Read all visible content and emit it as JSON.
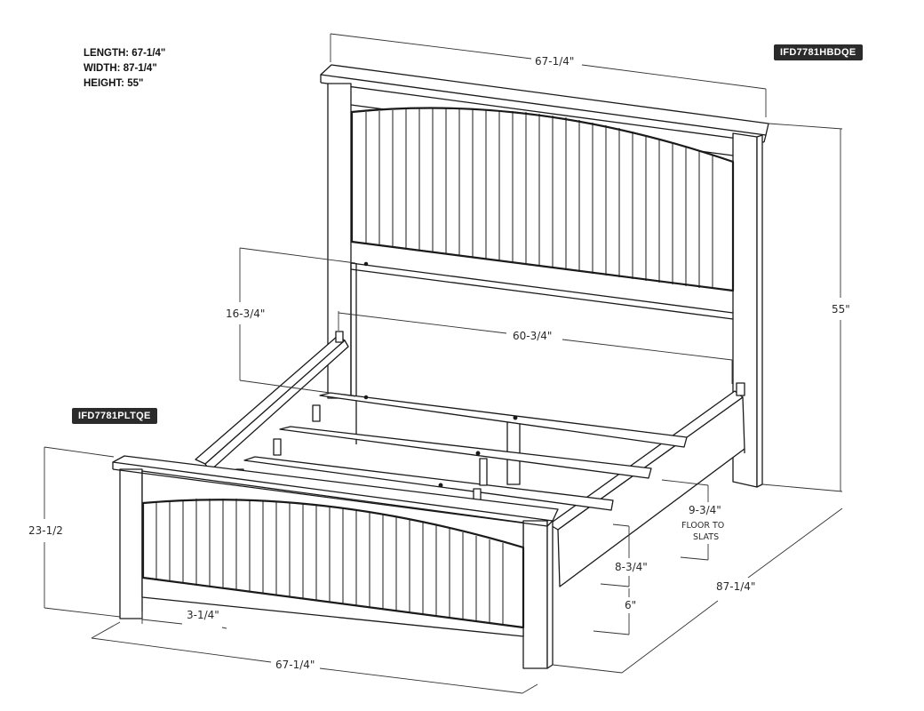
{
  "specs": {
    "length": "LENGTH: 67-1/4\"",
    "width": "WIDTH: 87-1/4\"",
    "height": "HEIGHT: 55\""
  },
  "tags": {
    "headboard": "IFD7781HBDQE",
    "footboard": "IFD7781PLTQE"
  },
  "dimensions": {
    "headboard_width": "67-1/4\"",
    "headboard_height": "55\"",
    "headboard_leg_height": "16-3/4\"",
    "rail_inner_width": "60-3/4\"",
    "footboard_height": "23-1/2",
    "footboard_width": "67-1/4\"",
    "overall_length": "87-1/4\"",
    "floor_to_slats_value": "9-3/4\"",
    "floor_to_slats_line1": "FLOOR TO",
    "floor_to_slats_line2": "SLATS",
    "rail_height": "8-3/4\"",
    "footboard_leg_clearance": "6\"",
    "footboard_leg_width": "3-1/4\""
  },
  "colors": {
    "line": "#1a1a1a",
    "tag_bg": "#2b2b2b",
    "tag_text": "#ffffff"
  }
}
